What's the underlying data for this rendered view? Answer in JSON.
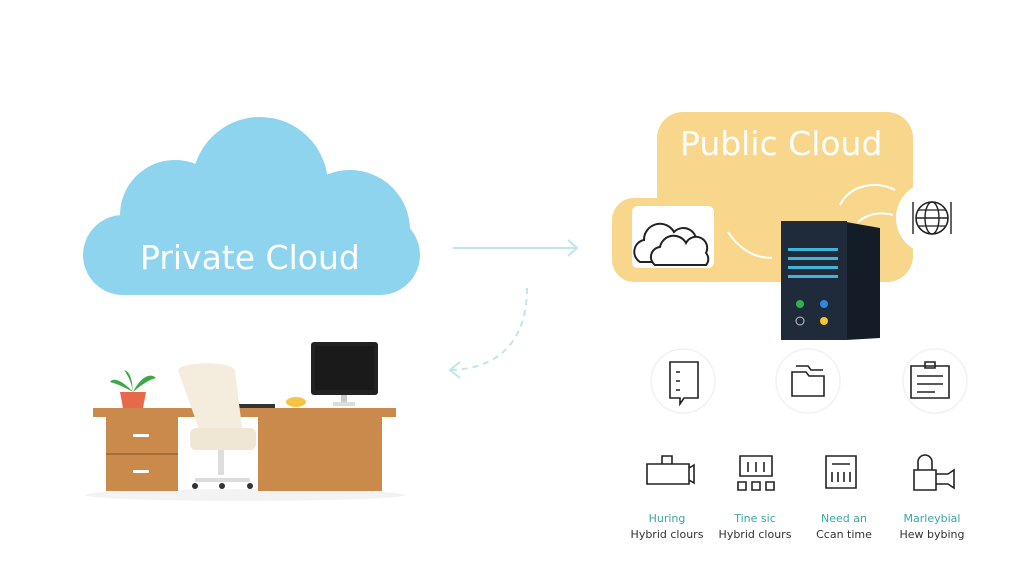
{
  "private_cloud": {
    "title": "Private Cloud",
    "color": "#8fd4ef"
  },
  "public_cloud": {
    "title": "Public Cloud",
    "color": "#f8d68c"
  },
  "features": [
    {
      "title": "Huring",
      "subtitle": "Hybrid clours",
      "icon": "camera-icon"
    },
    {
      "title": "Tine sic",
      "subtitle": "Hybrid clours",
      "icon": "network-icon"
    },
    {
      "title": "Need an",
      "subtitle": "Ccan time",
      "icon": "document-icon"
    },
    {
      "title": "Marleybial",
      "subtitle": "Hew bybing",
      "icon": "lock-camera-icon"
    }
  ],
  "colors": {
    "accent": "#3aa6a6",
    "desk": "#c98a4c",
    "server": "#1f2a3a"
  }
}
